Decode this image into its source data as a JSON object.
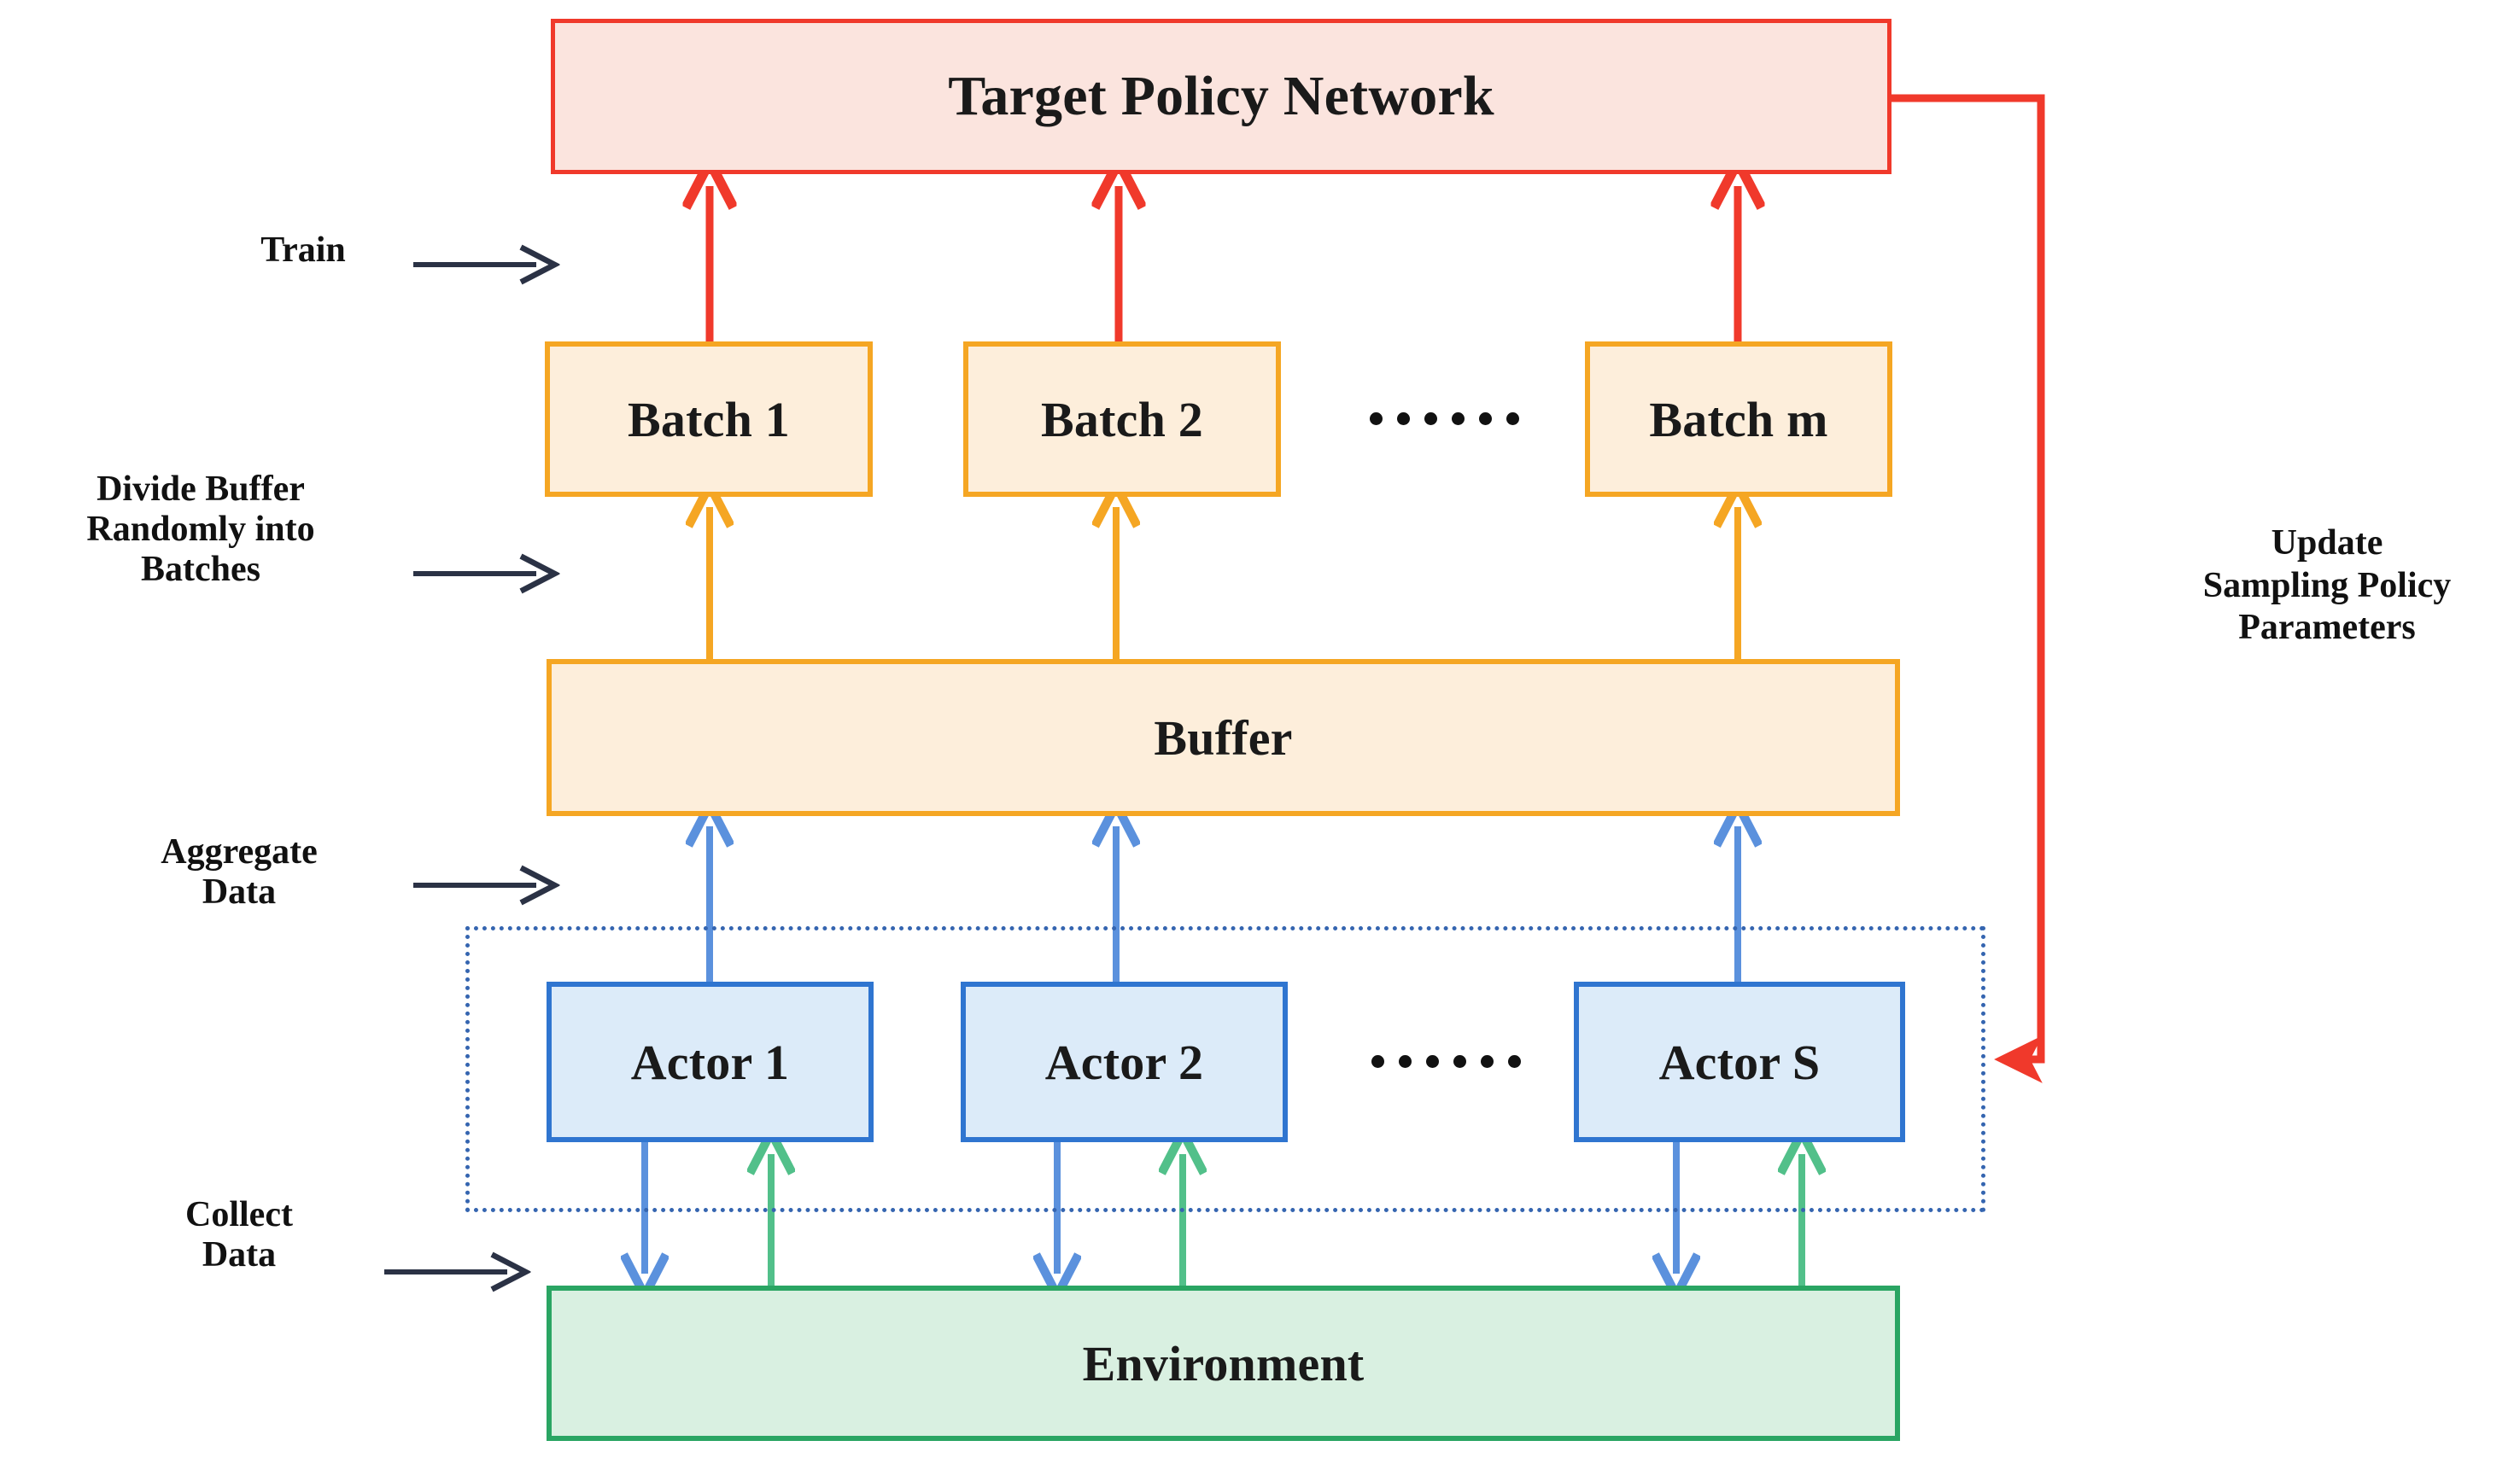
{
  "diagram": {
    "title": "Distributed reinforcement learning training pipeline",
    "colors": {
      "red": "#f0392b",
      "orange": "#f5a623",
      "orange_fill": "#fdeedb",
      "blue": "#2f75d0",
      "blue_fill": "#dcebf9",
      "green": "#2aa563",
      "green_fill": "#d9f0e1",
      "pink_fill": "#fbe4de",
      "dotted_border": "#3565b0",
      "label_text": "#111111"
    }
  },
  "nodes": {
    "target_policy_network": "Target Policy Network",
    "buffer": "Buffer",
    "environment": "Environment",
    "batches": [
      {
        "label": "Batch 1"
      },
      {
        "label": "Batch 2"
      },
      {
        "label": "Batch m"
      }
    ],
    "actors": [
      {
        "label": "Actor 1"
      },
      {
        "label": "Actor 2"
      },
      {
        "label": "Actor S"
      }
    ]
  },
  "stage_labels": {
    "train": "Train",
    "divide_buffer": "Divide Buffer\nRandomly into\nBatches",
    "aggregate_data": "Aggregate\nData",
    "collect_data": "Collect\nData"
  },
  "side_labels": {
    "update_sampling": "Update\nSampling Policy\nParameters"
  },
  "ellipsis": {
    "dot_count": 6,
    "glyph": "•"
  },
  "edges": [
    {
      "name": "batch-to-target",
      "color": "#f0392b",
      "direction": "up",
      "count": 3
    },
    {
      "name": "buffer-to-batch",
      "color": "#f5a623",
      "direction": "up",
      "count": 3
    },
    {
      "name": "actor-to-buffer",
      "color": "#5b91dd",
      "direction": "up",
      "count": 3
    },
    {
      "name": "actor-to-environment",
      "color": "#5b91dd",
      "direction": "down",
      "count": 3
    },
    {
      "name": "environment-to-actor",
      "color": "#52c08a",
      "direction": "up",
      "count": 3
    },
    {
      "name": "target-to-actors-feedback",
      "color": "#f0392b",
      "direction": "left",
      "count": 1
    }
  ]
}
